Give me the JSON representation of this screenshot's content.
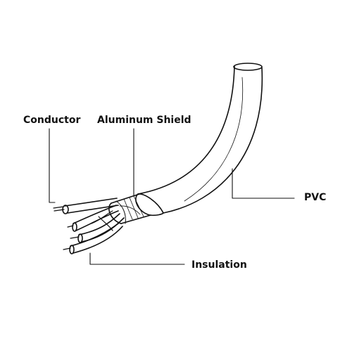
{
  "diagram": {
    "labels": {
      "conductor": "Conductor",
      "aluminum_shield": "Aluminum Shield",
      "pvc": "PVC",
      "insulation": "Insulation"
    }
  }
}
